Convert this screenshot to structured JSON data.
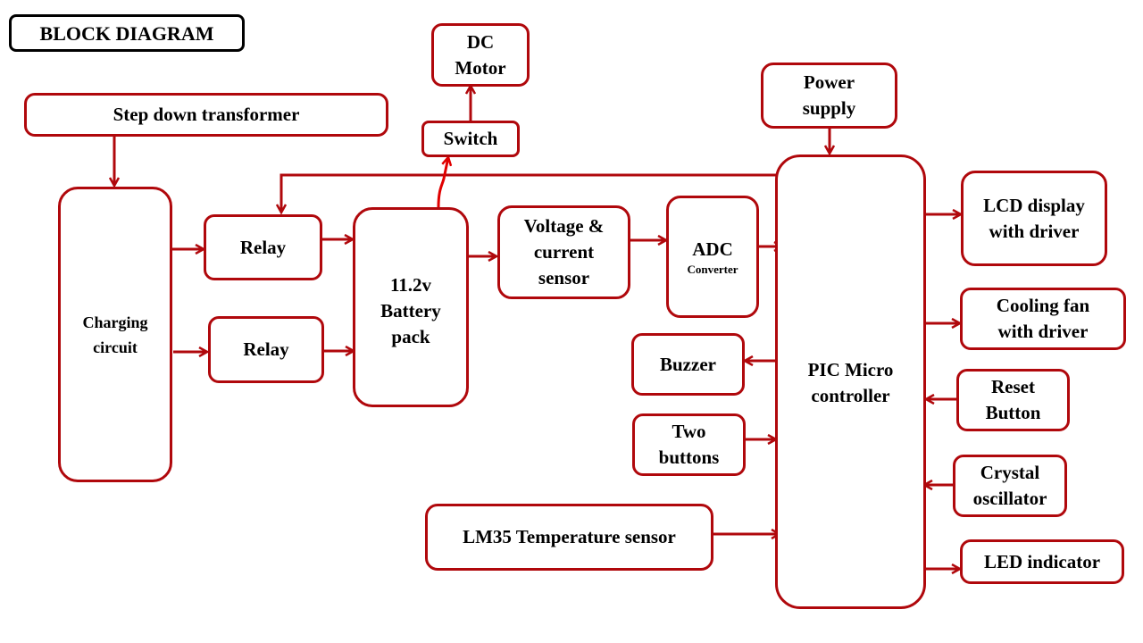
{
  "title": "BLOCK DIAGRAM",
  "colors": {
    "block_border": "#b0080c",
    "title_border": "#000000",
    "wire": "#b0080c"
  },
  "blocks": {
    "step_down_transformer": [
      "Step down transformer"
    ],
    "charging_circuit": [
      "Charging",
      "circuit"
    ],
    "relay_top": [
      "Relay"
    ],
    "relay_bottom": [
      "Relay"
    ],
    "battery_pack": [
      "11.2v",
      "Battery",
      "pack"
    ],
    "switch": [
      "Switch"
    ],
    "dc_motor": [
      "DC",
      "Motor"
    ],
    "voltage_current_sensor": [
      "Voltage &",
      "current",
      "sensor"
    ],
    "adc": [
      "ADC",
      "Converter"
    ],
    "power_supply": [
      "Power",
      "supply"
    ],
    "pic_microcontroller": [
      "PIC Micro",
      "controller"
    ],
    "buzzer": [
      "Buzzer"
    ],
    "two_buttons": [
      "Two",
      "buttons"
    ],
    "lm35": [
      "LM35 Temperature sensor"
    ],
    "lcd_display": [
      "LCD display",
      "with driver"
    ],
    "cooling_fan": [
      "Cooling fan",
      "with driver"
    ],
    "reset_button": [
      "Reset",
      "Button"
    ],
    "crystal_oscillator": [
      "Crystal",
      "oscillator"
    ],
    "led_indicator": [
      "LED indicator"
    ]
  },
  "connections": [
    {
      "from": "Step down transformer",
      "to": "Charging circuit"
    },
    {
      "from": "Charging circuit",
      "to": "Relay (top)"
    },
    {
      "from": "Charging circuit",
      "to": "Relay (bottom)"
    },
    {
      "from": "Relay (top)",
      "to": "11.2v Battery pack"
    },
    {
      "from": "Relay (bottom)",
      "to": "11.2v Battery pack"
    },
    {
      "from": "PIC Micro controller",
      "to": "Relay (top)"
    },
    {
      "from": "11.2v Battery pack",
      "to": "Switch"
    },
    {
      "from": "Switch",
      "to": "DC Motor"
    },
    {
      "from": "11.2v Battery pack",
      "to": "Voltage & current sensor"
    },
    {
      "from": "Voltage & current sensor",
      "to": "ADC Converter"
    },
    {
      "from": "ADC Converter",
      "to": "PIC Micro controller"
    },
    {
      "from": "Power supply",
      "to": "PIC Micro controller"
    },
    {
      "from": "PIC Micro controller",
      "to": "Buzzer"
    },
    {
      "from": "Two buttons",
      "to": "PIC Micro controller"
    },
    {
      "from": "LM35 Temperature sensor",
      "to": "PIC Micro controller"
    },
    {
      "from": "PIC Micro controller",
      "to": "LCD display with driver"
    },
    {
      "from": "PIC Micro controller",
      "to": "Cooling fan with driver"
    },
    {
      "from": "Reset Button",
      "to": "PIC Micro controller"
    },
    {
      "from": "Crystal oscillator",
      "to": "PIC Micro controller"
    },
    {
      "from": "PIC Micro controller",
      "to": "LED indicator"
    }
  ]
}
